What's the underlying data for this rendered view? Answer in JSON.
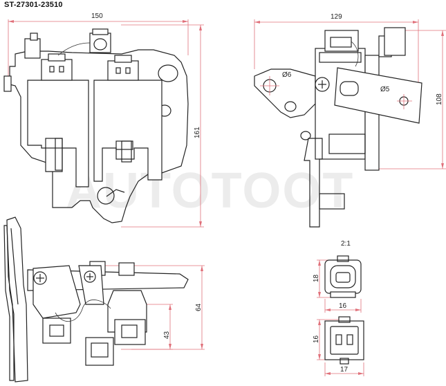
{
  "title": "ST-27301-23510",
  "watermark": "AUTOTOOT",
  "dimensions": {
    "top_left_width": "150",
    "top_left_height": "161",
    "top_right_width": "129",
    "top_right_height": "108",
    "hole_large": "Ø6",
    "hole_small": "Ø5",
    "bottom_left_height": "64",
    "bottom_left_offset": "43",
    "connector_scale": "2:1",
    "connector_a_height": "18",
    "connector_a_width": "16",
    "connector_b_height": "16",
    "connector_b_width": "17"
  },
  "colors": {
    "line": "#222222",
    "dimension_line": "#e0707a",
    "watermark": "#ececec"
  }
}
